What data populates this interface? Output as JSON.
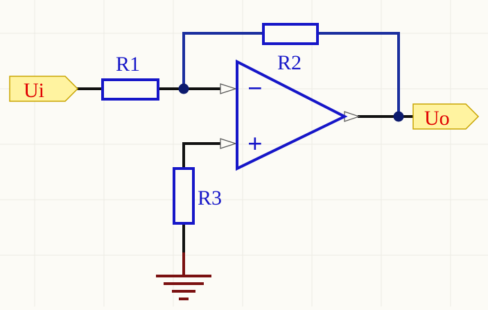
{
  "schematic": {
    "input_port": {
      "label": "Ui"
    },
    "output_port": {
      "label": "Uo"
    },
    "resistors": [
      {
        "ref": "R1"
      },
      {
        "ref": "R2"
      },
      {
        "ref": "R3"
      }
    ],
    "opamp": {
      "inverting_symbol": "−",
      "noninverting_symbol": "+"
    }
  },
  "colors": {
    "background": "#fcfbf6",
    "grid": "#ecebe4",
    "component_blue": "#1616c8",
    "wire_blue": "#1a2e9e",
    "wire_black": "#111111",
    "junction": "#0c1a6e",
    "ground": "#7a1010",
    "port_fill": "#fff3a0",
    "port_stroke": "#c8a400",
    "port_text": "#e00000"
  }
}
